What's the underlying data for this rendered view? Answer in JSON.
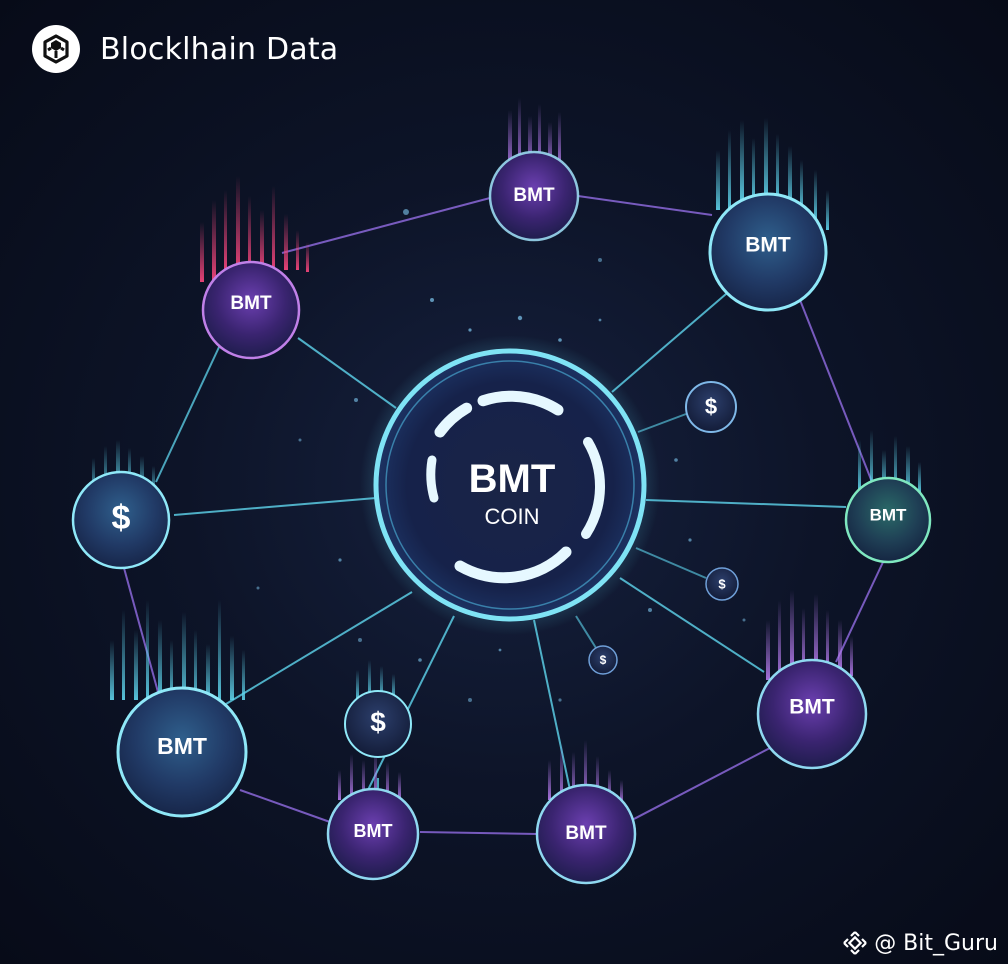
{
  "header": {
    "title": "Blocklhain Data",
    "logo_icon": "blockchain-cube-logo-icon"
  },
  "watermark": {
    "handle": "@ Bit_Guru",
    "icon": "binance-diamond-icon"
  },
  "hub": {
    "title": "BMT",
    "subtitle": "COIN"
  },
  "nodes": [
    {
      "id": "top",
      "label": "BMT",
      "tone": "purple"
    },
    {
      "id": "top-right",
      "label": "BMT",
      "tone": "cyan"
    },
    {
      "id": "upper-left",
      "label": "BMT",
      "tone": "purple"
    },
    {
      "id": "left-dollar",
      "label": "$",
      "tone": "cyan"
    },
    {
      "id": "right",
      "label": "BMT",
      "tone": "green"
    },
    {
      "id": "lower-right",
      "label": "BMT",
      "tone": "purple"
    },
    {
      "id": "lower-left",
      "label": "BMT",
      "tone": "cyan"
    },
    {
      "id": "small-dollar-left",
      "label": "$",
      "tone": "cyan"
    },
    {
      "id": "bottom-left",
      "label": "BMT",
      "tone": "purple"
    },
    {
      "id": "bottom-right",
      "label": "BMT",
      "tone": "purple"
    },
    {
      "id": "dollar-right",
      "label": "$",
      "tone": "blue"
    },
    {
      "id": "tiny-right",
      "label": "$",
      "tone": "blue"
    },
    {
      "id": "tiny-bottom",
      "label": "$",
      "tone": "blue"
    }
  ],
  "colors": {
    "cyan": "#5fd6ee",
    "purple": "#a569e6",
    "pink": "#f0447a",
    "green": "#55e0a0",
    "blue": "#3a5f9a"
  }
}
